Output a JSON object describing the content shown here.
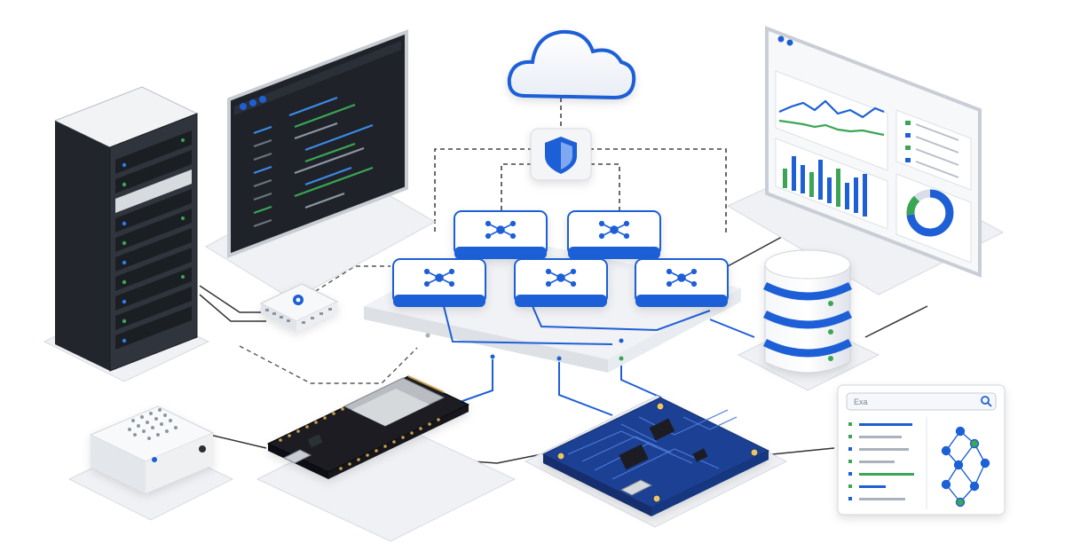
{
  "scene": {
    "kind": "isometric-iot-network-illustration"
  },
  "colors": {
    "background": "#ffffff",
    "platform": "#eef0f3",
    "platform_edge": "#c9ced6",
    "accent_blue": "#1e5fd6",
    "dark_panel": "#20242b",
    "pcb_blue": "#1c3f93",
    "green": "#3aa655",
    "rack_dark": "#1b1f24"
  },
  "nodes": [
    {
      "id": "cloud",
      "icon": "cloud-icon"
    },
    {
      "id": "security-gateway",
      "icon": "shield-icon"
    },
    {
      "id": "code-editor-monitor",
      "icon": "code-window-icon"
    },
    {
      "id": "analytics-dashboard",
      "icon": "dashboard-icon"
    },
    {
      "id": "server-rack",
      "icon": "server-rack-icon"
    },
    {
      "id": "network-switch",
      "icon": "switch-icon"
    },
    {
      "id": "hub-platform",
      "icon": "hub-icon",
      "tile_count": 5
    },
    {
      "id": "database",
      "icon": "database-icon"
    },
    {
      "id": "sensor-box",
      "icon": "sensor-icon"
    },
    {
      "id": "microcontroller-board",
      "icon": "esp32-board-icon"
    },
    {
      "id": "pcb-board",
      "icon": "circuit-board-icon"
    },
    {
      "id": "search-panel",
      "icon": "search-graph-panel-icon"
    }
  ],
  "search_panel": {
    "query": "Exa",
    "search_icon": "search-icon"
  }
}
